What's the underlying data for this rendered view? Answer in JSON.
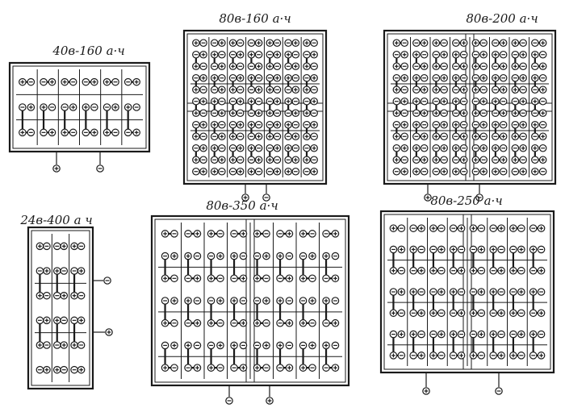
{
  "panels": [
    {
      "id": "p40-160",
      "label": "40в-160 а·ч",
      "cols": 6,
      "rows": 3,
      "split": "none",
      "leads": [
        {
          "polarity": "+"
        },
        {
          "polarity": "-"
        }
      ]
    },
    {
      "id": "p80-160",
      "label": "80в-160 а·ч",
      "cols": 7,
      "rows": 12,
      "split": "horizontal",
      "leads": [
        {
          "polarity": "+"
        },
        {
          "polarity": "-"
        }
      ]
    },
    {
      "id": "p80-200",
      "label": "80в-200 а·ч",
      "cols": 8,
      "rows": 12,
      "split": "both",
      "leads": [
        {
          "polarity": "+"
        },
        {
          "polarity": "-"
        }
      ]
    },
    {
      "id": "p24-400",
      "label": "24в-400 а ч",
      "cols": 3,
      "rows": 6,
      "split": "none",
      "leads": [
        {
          "polarity": "-"
        },
        {
          "polarity": "+"
        }
      ]
    },
    {
      "id": "p80-350",
      "label": "80в-350 а·ч",
      "cols": 8,
      "rows": 7,
      "split": "vertical",
      "leads": [
        {
          "polarity": "-"
        },
        {
          "polarity": "+"
        }
      ]
    },
    {
      "id": "p80-250",
      "label": "80в-250 а·ч",
      "cols": 8,
      "rows": 7,
      "split": "vertical",
      "leads": [
        {
          "polarity": "+"
        },
        {
          "polarity": "-"
        }
      ]
    }
  ]
}
